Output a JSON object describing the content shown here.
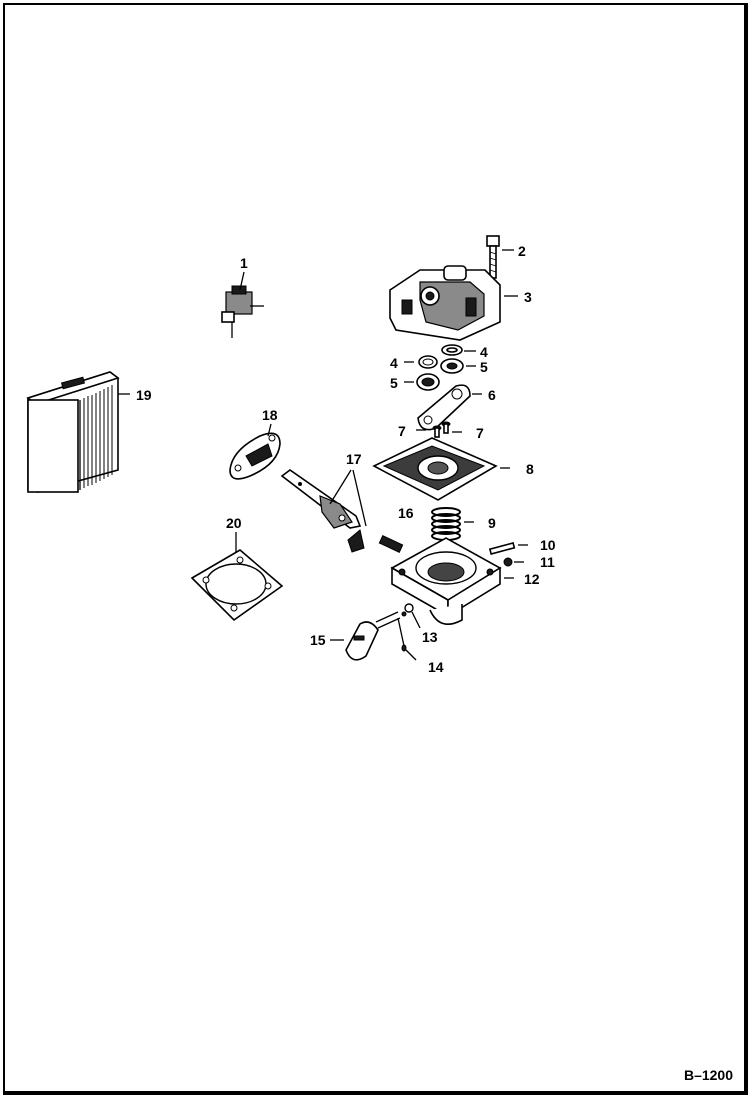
{
  "figure_id": "B–1200",
  "callouts": [
    {
      "id": "1",
      "label": "1"
    },
    {
      "id": "2",
      "label": "2"
    },
    {
      "id": "3",
      "label": "3"
    },
    {
      "id": "4a",
      "label": "4"
    },
    {
      "id": "4b",
      "label": "4"
    },
    {
      "id": "5a",
      "label": "5"
    },
    {
      "id": "5b",
      "label": "5"
    },
    {
      "id": "6",
      "label": "6"
    },
    {
      "id": "7a",
      "label": "7"
    },
    {
      "id": "7b",
      "label": "7"
    },
    {
      "id": "8",
      "label": "8"
    },
    {
      "id": "9",
      "label": "9"
    },
    {
      "id": "10",
      "label": "10"
    },
    {
      "id": "11",
      "label": "11"
    },
    {
      "id": "12",
      "label": "12"
    },
    {
      "id": "13",
      "label": "13"
    },
    {
      "id": "14",
      "label": "14"
    },
    {
      "id": "15",
      "label": "15"
    },
    {
      "id": "16",
      "label": "16"
    },
    {
      "id": "17",
      "label": "17"
    },
    {
      "id": "18",
      "label": "18"
    },
    {
      "id": "19",
      "label": "19"
    },
    {
      "id": "20",
      "label": "20"
    }
  ]
}
